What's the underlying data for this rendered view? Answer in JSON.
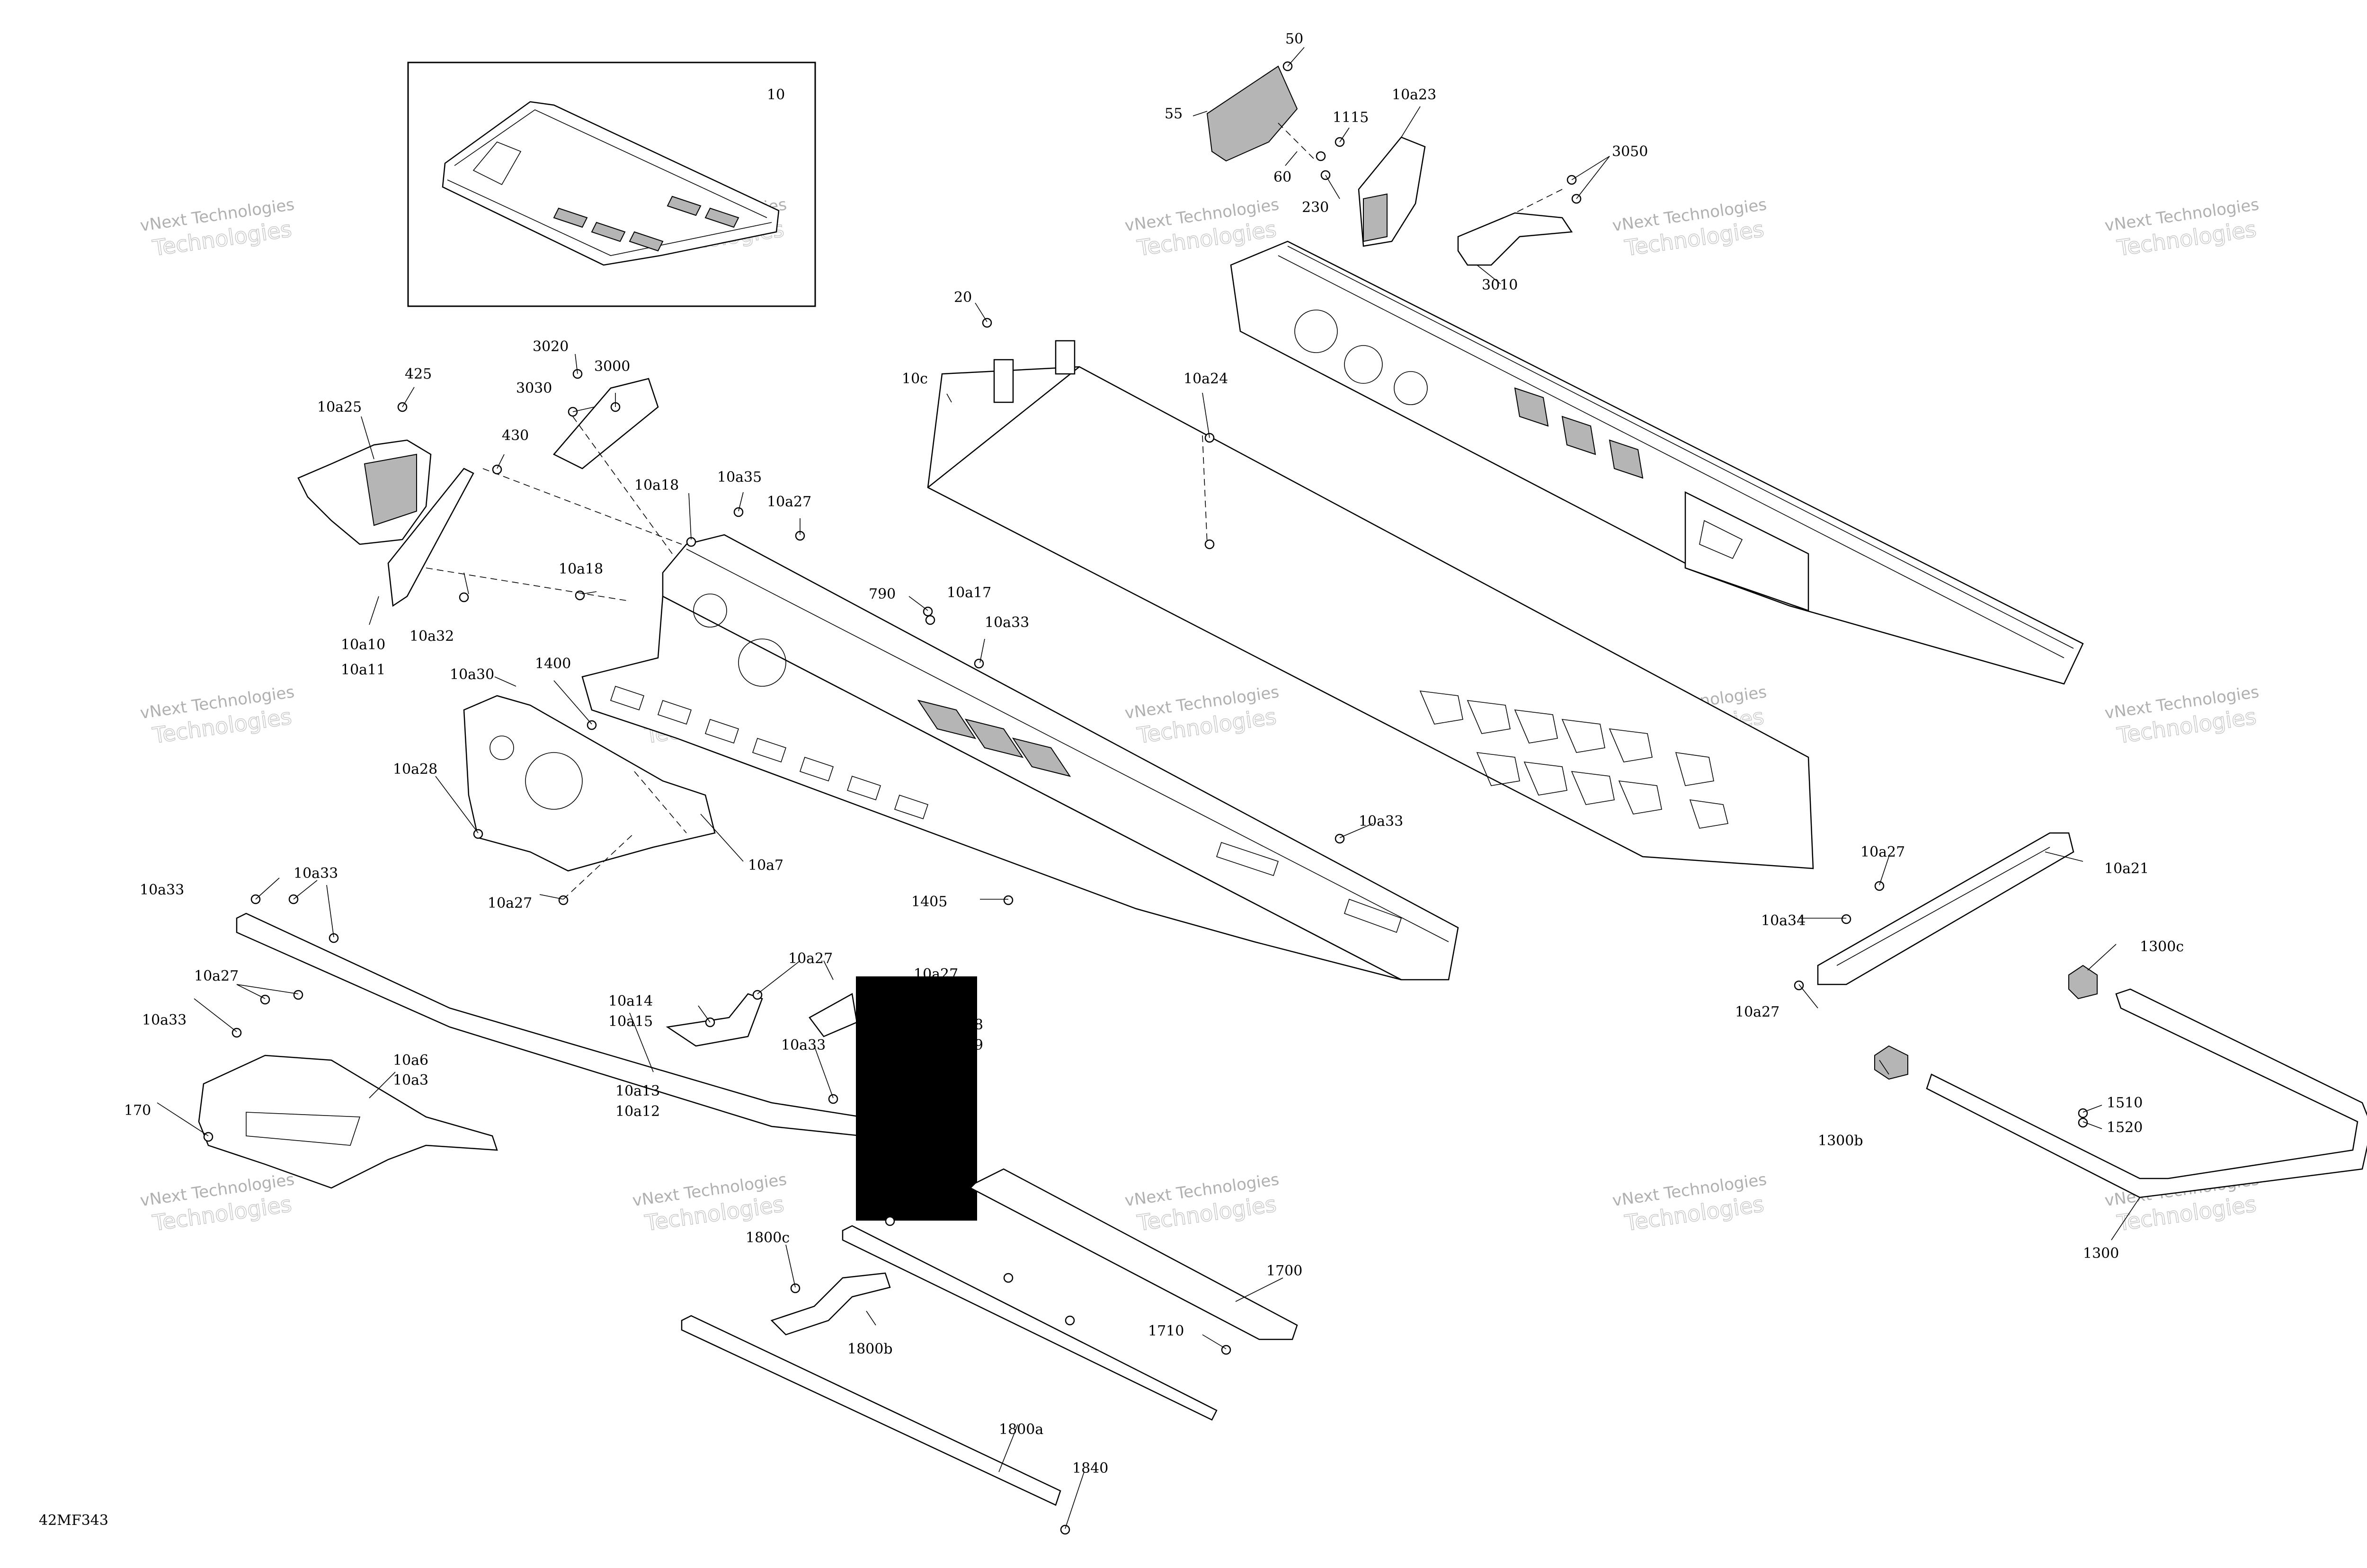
{
  "diagram_id": "42MF343",
  "inset_label": "10",
  "watermark": {
    "line1": "vNext Technologies",
    "line2": "Technologies"
  },
  "callouts": [
    {
      "id": "c-50",
      "text": "50"
    },
    {
      "id": "c-55",
      "text": "55"
    },
    {
      "id": "c-60",
      "text": "60"
    },
    {
      "id": "c-1115",
      "text": "1115"
    },
    {
      "id": "c-230",
      "text": "230"
    },
    {
      "id": "c-10a23",
      "text": "10a23"
    },
    {
      "id": "c-3050",
      "text": "3050"
    },
    {
      "id": "c-3010",
      "text": "3010"
    },
    {
      "id": "c-20",
      "text": "20"
    },
    {
      "id": "c-10c",
      "text": "10c"
    },
    {
      "id": "c-10a24",
      "text": "10a24"
    },
    {
      "id": "c-3020",
      "text": "3020"
    },
    {
      "id": "c-3000",
      "text": "3000"
    },
    {
      "id": "c-3030",
      "text": "3030"
    },
    {
      "id": "c-425",
      "text": "425"
    },
    {
      "id": "c-10a25",
      "text": "10a25"
    },
    {
      "id": "c-430",
      "text": "430"
    },
    {
      "id": "c-10a18-top",
      "text": "10a18"
    },
    {
      "id": "c-10a35",
      "text": "10a35"
    },
    {
      "id": "c-10a27-top",
      "text": "10a27"
    },
    {
      "id": "c-10a18-mid",
      "text": "10a18"
    },
    {
      "id": "c-790",
      "text": "790"
    },
    {
      "id": "c-10a17",
      "text": "10a17"
    },
    {
      "id": "c-10a33-mid",
      "text": "10a33"
    },
    {
      "id": "c-10a10",
      "text": "10a10"
    },
    {
      "id": "c-10a11",
      "text": "10a11"
    },
    {
      "id": "c-10a32",
      "text": "10a32"
    },
    {
      "id": "c-10a30",
      "text": "10a30"
    },
    {
      "id": "c-1400",
      "text": "1400"
    },
    {
      "id": "c-10a28",
      "text": "10a28"
    },
    {
      "id": "c-10a7",
      "text": "10a7"
    },
    {
      "id": "c-10a27-mid",
      "text": "10a27"
    },
    {
      "id": "c-1405",
      "text": "1405"
    },
    {
      "id": "c-10a33-right",
      "text": "10a33"
    },
    {
      "id": "c-10a27-right",
      "text": "10a27"
    },
    {
      "id": "c-10a21",
      "text": "10a21"
    },
    {
      "id": "c-10a34",
      "text": "10a34"
    },
    {
      "id": "c-10a27-right2",
      "text": "10a27"
    },
    {
      "id": "c-1300c",
      "text": "1300c"
    },
    {
      "id": "c-10a33-left",
      "text": "10a33"
    },
    {
      "id": "c-10a33-left2",
      "text": "10a33"
    },
    {
      "id": "c-10a27-left",
      "text": "10a27"
    },
    {
      "id": "c-10a33-left3",
      "text": "10a33"
    },
    {
      "id": "c-10a6",
      "text": "10a6"
    },
    {
      "id": "c-10a3",
      "text": "10a3"
    },
    {
      "id": "c-170",
      "text": "170"
    },
    {
      "id": "c-10a14",
      "text": "10a14"
    },
    {
      "id": "c-10a15",
      "text": "10a15"
    },
    {
      "id": "c-10a27-center",
      "text": "10a27"
    },
    {
      "id": "c-10a27-center2",
      "text": "10a27"
    },
    {
      "id": "c-a8",
      "text": "a8"
    },
    {
      "id": "c-a9",
      "text": "a9"
    },
    {
      "id": "c-10a33-center",
      "text": "10a33"
    },
    {
      "id": "c-10a13",
      "text": "10a13"
    },
    {
      "id": "c-10a12",
      "text": "10a12"
    },
    {
      "id": "c-1800c",
      "text": "1800c"
    },
    {
      "id": "c-1800b",
      "text": "1800b"
    },
    {
      "id": "c-1700",
      "text": "1700"
    },
    {
      "id": "c-1710",
      "text": "1710"
    },
    {
      "id": "c-1800a",
      "text": "1800a"
    },
    {
      "id": "c-1840",
      "text": "1840"
    },
    {
      "id": "c-1300b",
      "text": "1300b"
    },
    {
      "id": "c-1510",
      "text": "1510"
    },
    {
      "id": "c-1520",
      "text": "1520"
    },
    {
      "id": "c-1300",
      "text": "1300"
    }
  ]
}
